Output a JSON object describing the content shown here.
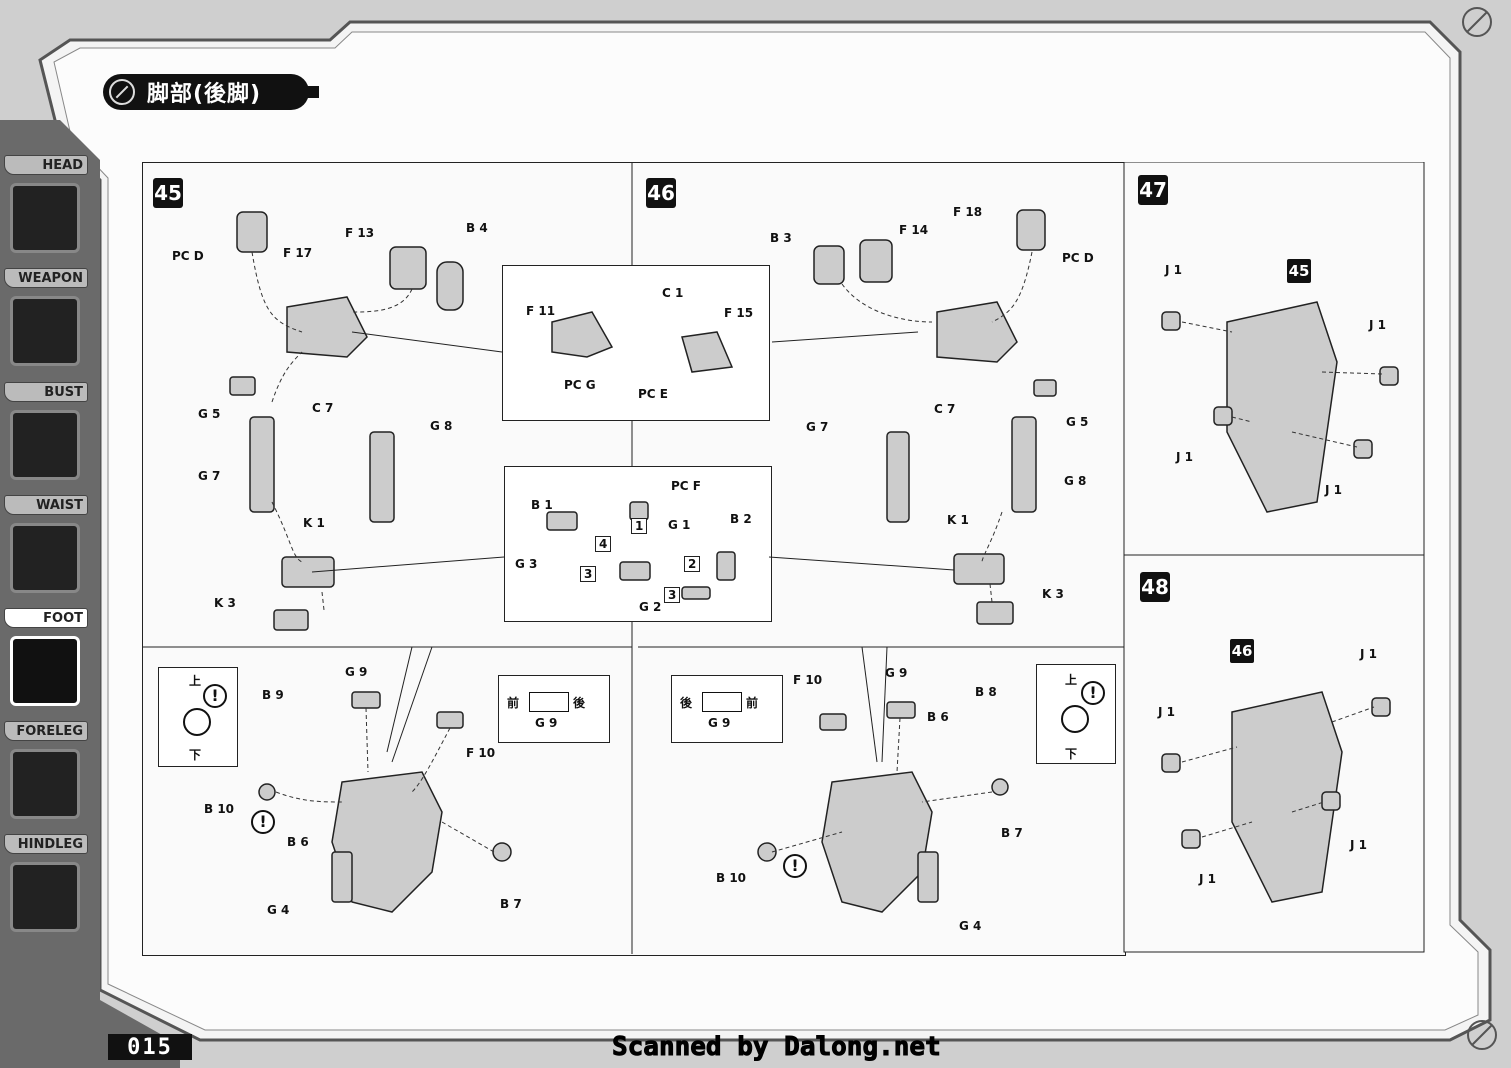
{
  "header": {
    "section_title": "脚部(後脚)"
  },
  "sidebar": {
    "tabs": [
      {
        "label": "HEAD",
        "active": false
      },
      {
        "label": "WEAPON",
        "active": false
      },
      {
        "label": "BUST",
        "active": false
      },
      {
        "label": "WAIST",
        "active": false
      },
      {
        "label": "FOOT",
        "active": true
      },
      {
        "label": "FORELEG",
        "active": false
      },
      {
        "label": "HINDLEG",
        "active": false
      }
    ]
  },
  "steps": {
    "s45": {
      "number": "45",
      "labels": [
        "PC D",
        "F 17",
        "F 13",
        "B 4",
        "G 5",
        "C 7",
        "G 8",
        "G 7",
        "K 1",
        "K 3"
      ]
    },
    "s46": {
      "number": "46",
      "labels": [
        "B 3",
        "F 14",
        "F 18",
        "PC D",
        "G 5",
        "C 7",
        "G 7",
        "G 8",
        "K 1",
        "K 3"
      ]
    },
    "detail_top": {
      "labels": [
        "F 11",
        "C 1",
        "F 15",
        "PC G",
        "PC E"
      ]
    },
    "detail_mid": {
      "labels": [
        "PC F",
        "B 1",
        "G 1",
        "B 2",
        "G 3",
        "G 2"
      ],
      "order": [
        "1",
        "2",
        "3",
        "3",
        "4"
      ]
    },
    "s45b": {
      "labels": [
        "G 9",
        "B 9",
        "F 10",
        "B 10",
        "B 6",
        "G 4",
        "B 7"
      ],
      "orient_box": {
        "top": "上",
        "bottom": "下"
      },
      "front_back": {
        "front": "前",
        "back": "後",
        "part": "G 9"
      }
    },
    "s46b": {
      "labels": [
        "F 10",
        "G 9",
        "B 6",
        "B 8",
        "B 7",
        "B 10",
        "G 4"
      ],
      "orient_box": {
        "top": "上",
        "bottom": "下"
      },
      "front_back": {
        "front": "前",
        "back": "後",
        "part": "G 9"
      }
    },
    "s47": {
      "number": "47",
      "ref": "45",
      "labels": [
        "J 1",
        "J 1",
        "J 1",
        "J 1"
      ]
    },
    "s48": {
      "number": "48",
      "ref": "46",
      "labels": [
        "J 1",
        "J 1",
        "J 1",
        "J 1"
      ]
    }
  },
  "footer": {
    "page_number": "015",
    "credit": "Scanned by Dalong.net"
  }
}
